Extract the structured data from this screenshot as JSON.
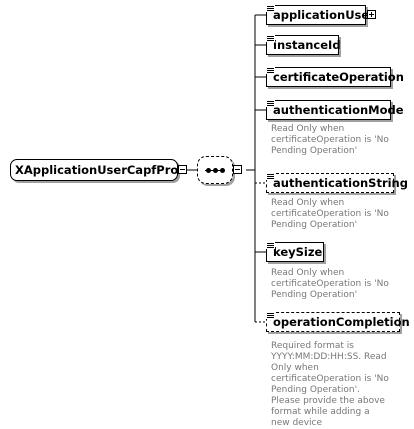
{
  "root": {
    "label": "XApplicationUserCapfProfile"
  },
  "elements": [
    {
      "label": "applicationUser",
      "optional": false,
      "expandable": true,
      "note": ""
    },
    {
      "label": "instanceId",
      "optional": false,
      "expandable": false,
      "note": ""
    },
    {
      "label": "certificateOperation",
      "optional": false,
      "expandable": false,
      "note": ""
    },
    {
      "label": "authenticationMode",
      "optional": false,
      "expandable": false,
      "note": "Read Only when certificateOperation is 'No Pending Operation'"
    },
    {
      "label": "authenticationString",
      "optional": true,
      "expandable": false,
      "note": "Read Only when certificateOperation is 'No Pending Operation'"
    },
    {
      "label": "keySize",
      "optional": false,
      "expandable": false,
      "note": "Read Only when certificateOperation is 'No Pending Operation'"
    },
    {
      "label": "operationCompletion",
      "optional": true,
      "expandable": false,
      "note": "Required format is YYYY:MM:DD:HH:SS. Read Only when certificateOperation is 'No Pending Operation'. Please provide the above format while adding a new device"
    }
  ],
  "colors": {
    "line": "#000000",
    "note_text": "#777777",
    "shadow": "#a0a0a0"
  },
  "icons": {
    "element": "element-lines-icon",
    "collapse": "minus-icon",
    "expand": "plus-icon",
    "sequence": "sequence-icon"
  }
}
